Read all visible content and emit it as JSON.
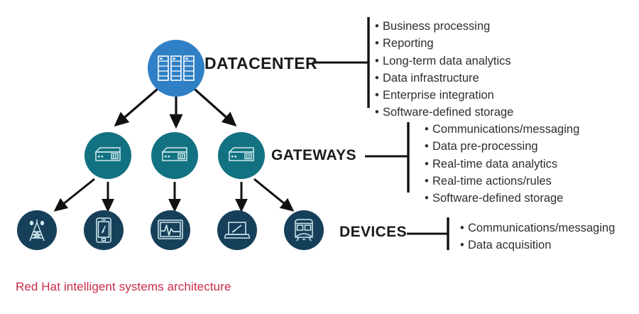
{
  "diagram": {
    "caption": "Red Hat intelligent systems architecture",
    "colors": {
      "datacenter_circle": "#2f80c4",
      "gateway_circle": "#137281",
      "device_circle": "#16405a",
      "caption_text": "#cc2a4a",
      "connector": "#111111"
    },
    "tiers": [
      {
        "key": "datacenter",
        "label": "DATACENTER",
        "bullets": [
          "Business processing",
          "Reporting",
          "Long-term data analytics",
          "Data infrastructure",
          "Enterprise integration",
          "Software-defined storage"
        ],
        "nodes": [
          {
            "icon": "server-rack-icon"
          }
        ]
      },
      {
        "key": "gateways",
        "label": "GATEWAYS",
        "bullets": [
          "Communications/messaging",
          "Data pre-processing",
          "Real-time data analytics",
          "Real-time actions/rules",
          "Software-defined storage"
        ],
        "nodes": [
          {
            "icon": "gateway-server-icon"
          },
          {
            "icon": "gateway-server-icon"
          },
          {
            "icon": "gateway-server-icon"
          }
        ]
      },
      {
        "key": "devices",
        "label": "DEVICES",
        "bullets": [
          "Communications/messaging",
          "Data acquisition"
        ],
        "nodes": [
          {
            "icon": "radio-tower-icon"
          },
          {
            "icon": "smartphone-icon"
          },
          {
            "icon": "medical-monitor-icon"
          },
          {
            "icon": "laptop-icon"
          },
          {
            "icon": "train-icon"
          }
        ]
      }
    ]
  }
}
